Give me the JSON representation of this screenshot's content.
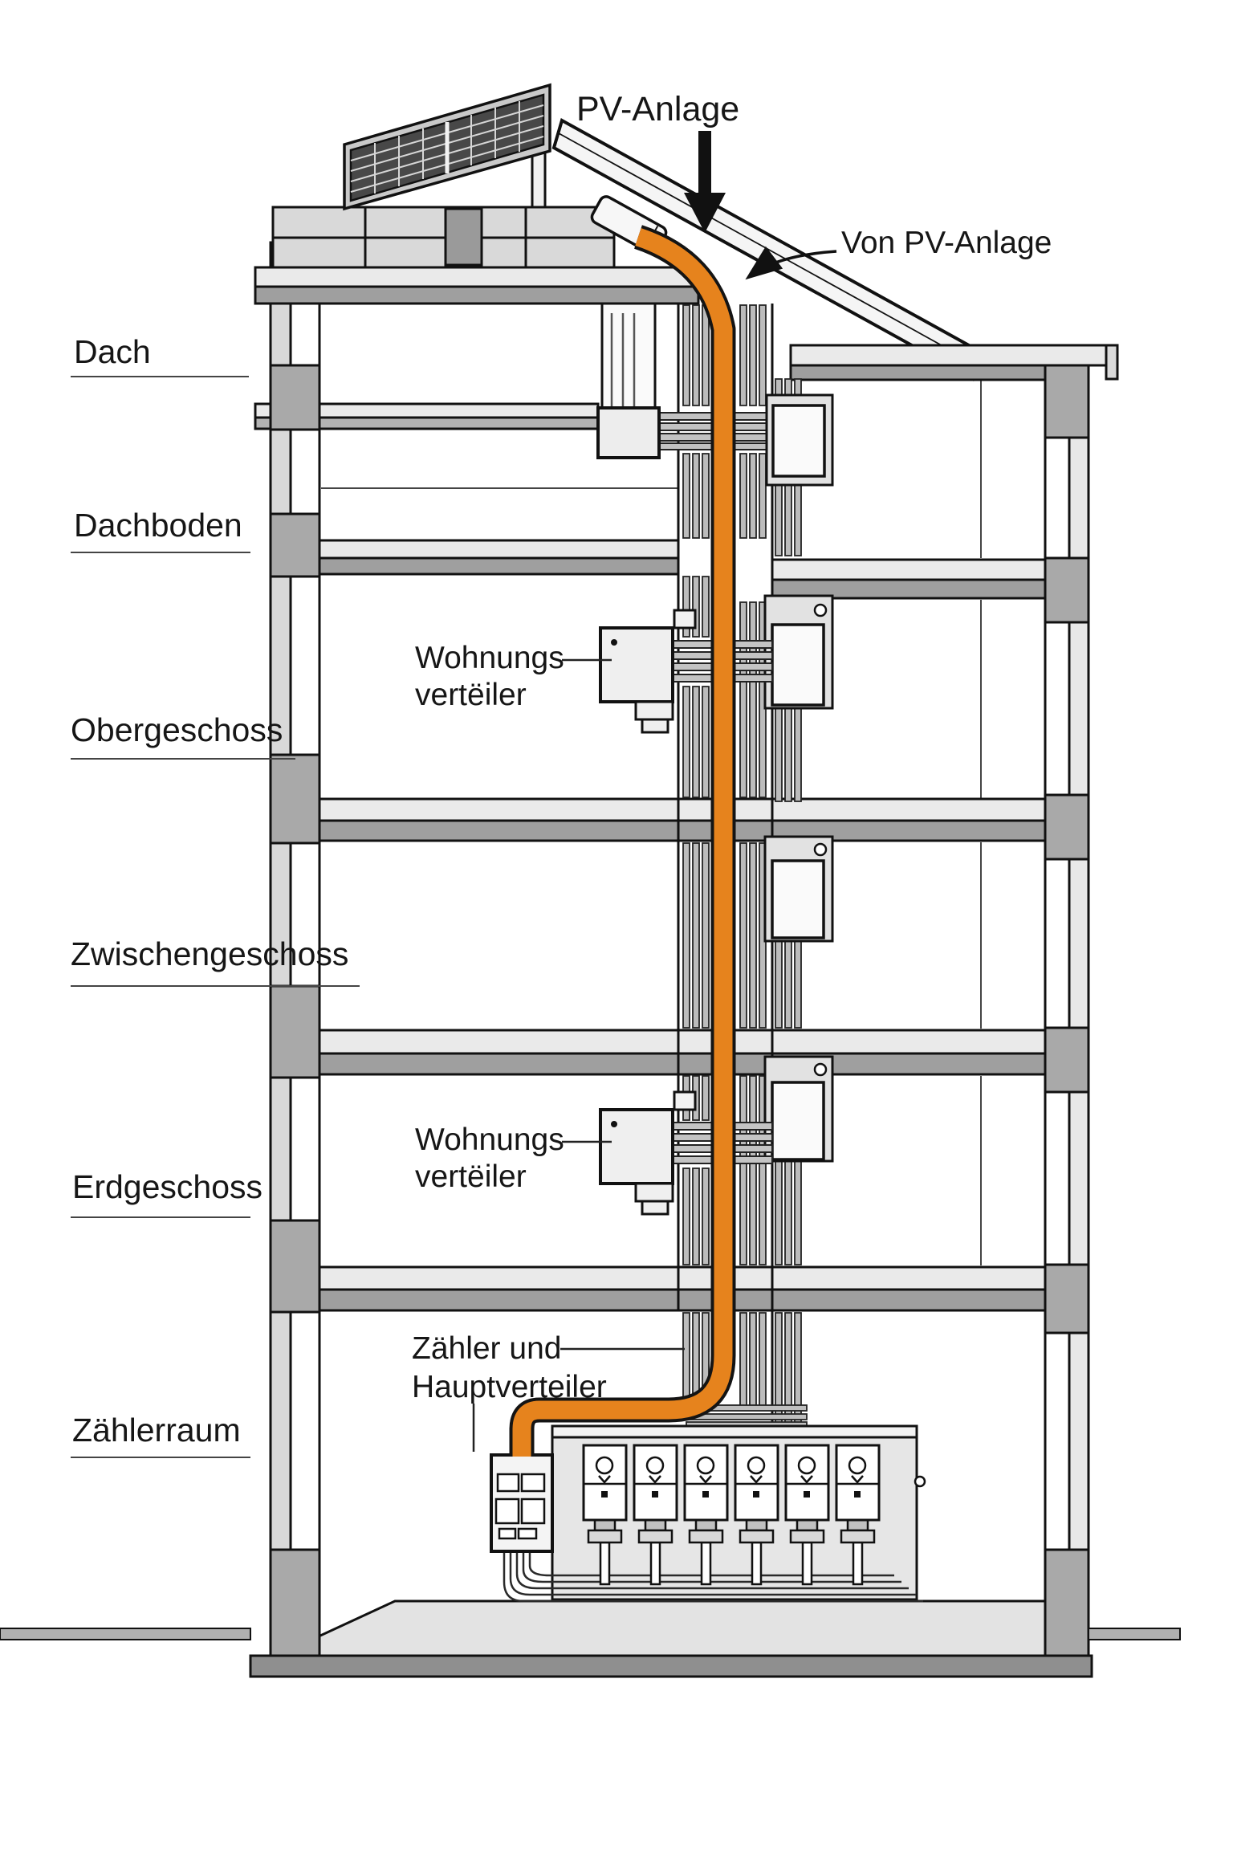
{
  "diagram_title": "PV-Anlage building cross-section wiring diagram",
  "floors": [
    {
      "label": "Dach"
    },
    {
      "label": "Dachboden"
    },
    {
      "label": "Obergeschoss"
    },
    {
      "label": "Zwischengeschoss"
    },
    {
      "label": "Erdgeschoss"
    },
    {
      "label": "Zählerraum"
    }
  ],
  "annotations": {
    "pv_system": "PV-Anlage",
    "from_pv": "Von PV-Anlage",
    "apartment_distributor_upper": {
      "line1": "Wohnungs",
      "line2": "vertëiler"
    },
    "apartment_distributor_ground": {
      "line1": "Wohnungs",
      "line2": "vertëiler"
    },
    "meter_main": {
      "line1": "Zähler und",
      "line2": "Hauptverteiler"
    }
  },
  "equipment": {
    "meter_count": 6,
    "apartment_distributor_count": 2,
    "junction_box_count": 4
  },
  "colors": {
    "cable_orange": "#E6831D",
    "slab_light": "#EAEAEA",
    "slab_dark": "#9F9F9F",
    "wall_block": "#A9A9A9",
    "panel_cell": "#484848",
    "outline": "#111111"
  }
}
